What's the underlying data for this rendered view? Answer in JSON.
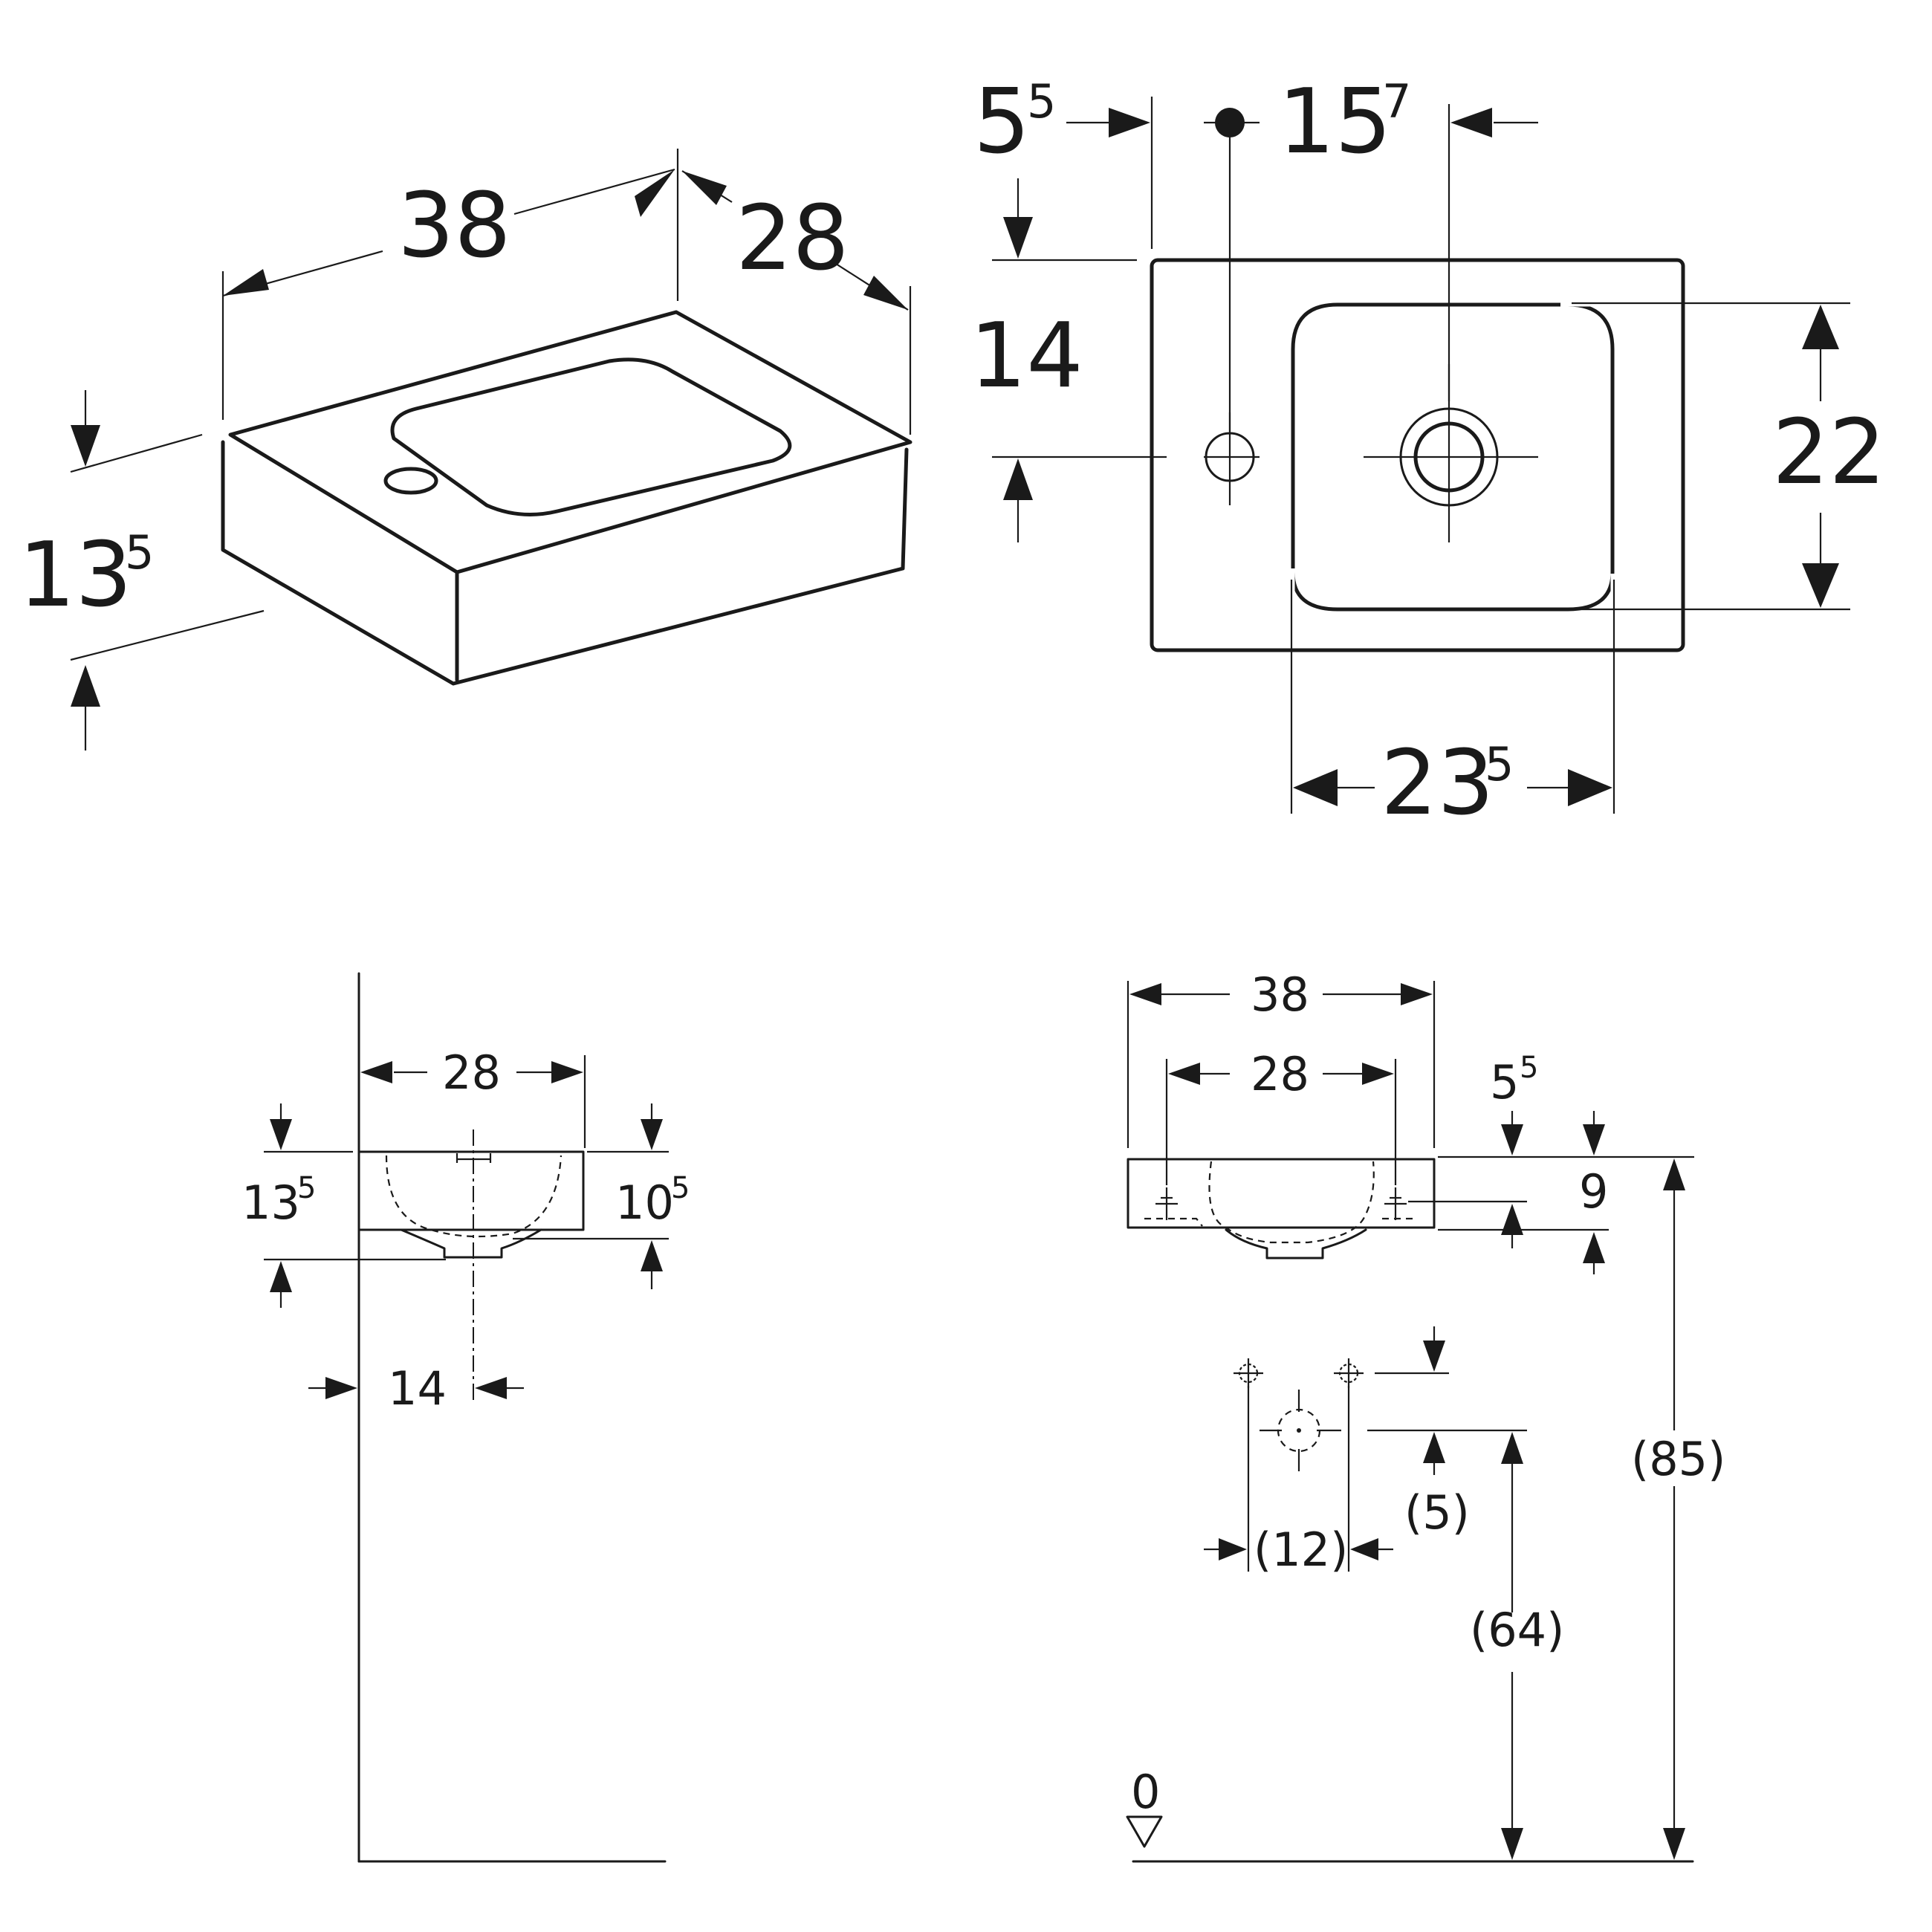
{
  "iso_view": {
    "width": "38",
    "depth": "28",
    "height_main": "13",
    "height_sup": "5"
  },
  "top_view": {
    "left_offset_main": "5",
    "left_offset_sup": "5",
    "tap_to_drain_main": "15",
    "tap_to_drain_sup": "7",
    "hole_position": "14",
    "bowl_depth": "22",
    "bowl_width_main": "23",
    "bowl_width_sup": "5"
  },
  "side_view": {
    "depth": "28",
    "height_main": "13",
    "height_sup": "5",
    "bowl_height_main": "10",
    "bowl_height_sup": "5",
    "wall_offset": "14"
  },
  "front_view": {
    "width": "38",
    "bowl_width": "28",
    "rim_offset_main": "5",
    "rim_offset_sup": "5",
    "overflow": "9",
    "fixing_spacing": "(12)",
    "fixing_offset": "(5)",
    "fixing_height": "(64)",
    "rim_height": "(85)",
    "floor_level": "0"
  }
}
